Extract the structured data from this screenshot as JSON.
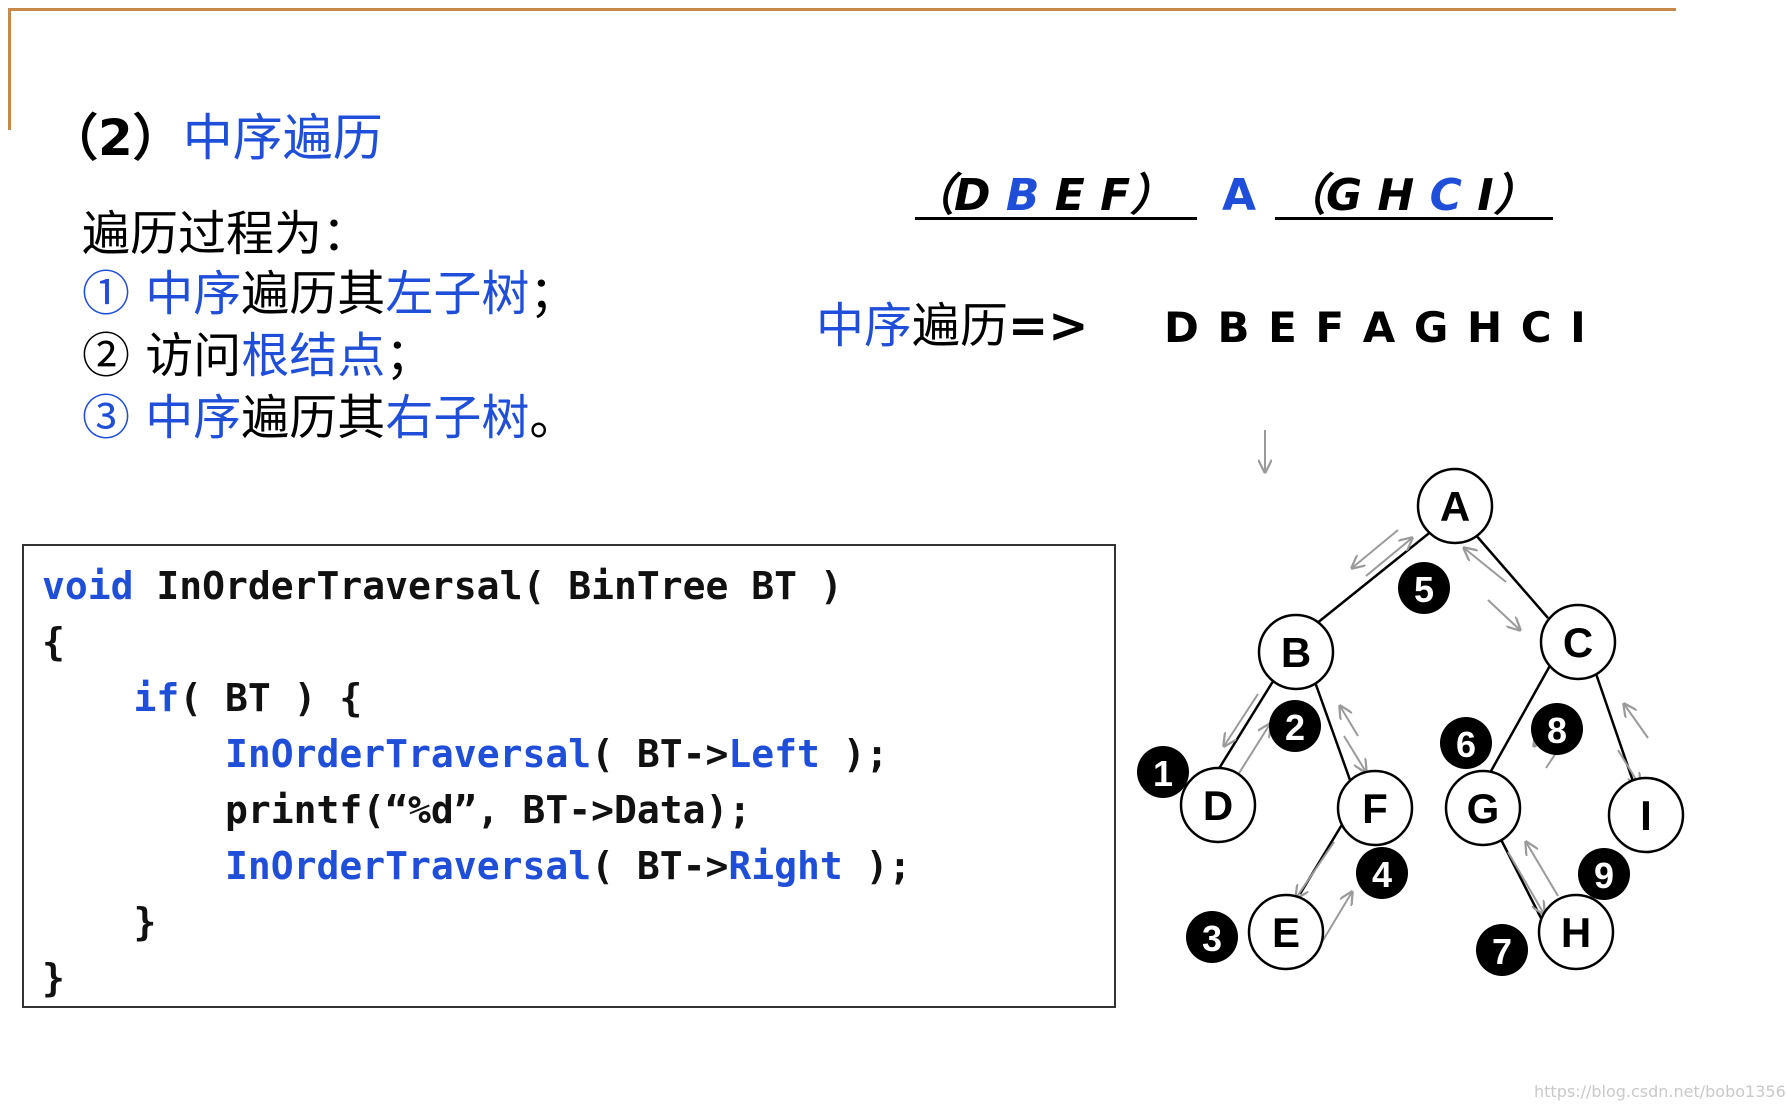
{
  "heading": {
    "number": "（2）",
    "title": "中序遍历"
  },
  "steps": {
    "intro": "遍历过程为：",
    "s1": {
      "mark": "①",
      "a": "中序",
      "b": "遍历其",
      "c": "左子树",
      "d": "；"
    },
    "s2": {
      "mark": "②",
      "a": "访问",
      "b": "根结点",
      "c": "；"
    },
    "s3": {
      "mark": "③",
      "a": "中序",
      "b": "遍历其",
      "c": "右子树",
      "d": "。"
    }
  },
  "grouping": {
    "left_open": "（D ",
    "left_blue": "B",
    "left_rest": " E F）",
    "root": "A",
    "right_open": "（G H ",
    "right_blue": "C",
    "right_rest": " I）"
  },
  "result": {
    "label_blue": "中序",
    "label_black": "遍历",
    "arrow": "=>",
    "sequence": "D B E F A G H C I"
  },
  "code": {
    "l1_kw": "void",
    "l1_rest": " InOrderTraversal( BinTree BT )",
    "l2": "{",
    "l3_indent": "    ",
    "l3_kw": "if",
    "l3_rest": "( BT ) {",
    "l4_indent": "        ",
    "l4_fn": "InOrderTraversal",
    "l4_mid": "( BT->",
    "l4_field": "Left",
    "l4_end": " );",
    "l5": "        printf(“%d”, BT->Data);",
    "l6_indent": "        ",
    "l6_fn": "InOrderTraversal",
    "l6_mid": "( BT->",
    "l6_field": "Right",
    "l6_end": " );",
    "l7": "    }",
    "l8": "}"
  },
  "tree": {
    "nodes": [
      "A",
      "B",
      "C",
      "D",
      "F",
      "E",
      "G",
      "I",
      "H"
    ],
    "order_badges": [
      "1",
      "2",
      "3",
      "4",
      "5",
      "6",
      "7",
      "8",
      "9"
    ]
  },
  "watermark": "https://blog.csdn.net/bobo1356",
  "colors": {
    "accent": "#1f4fd8",
    "frame": "#c8884a",
    "text": "#000000",
    "arrow": "#9a9a9a"
  }
}
